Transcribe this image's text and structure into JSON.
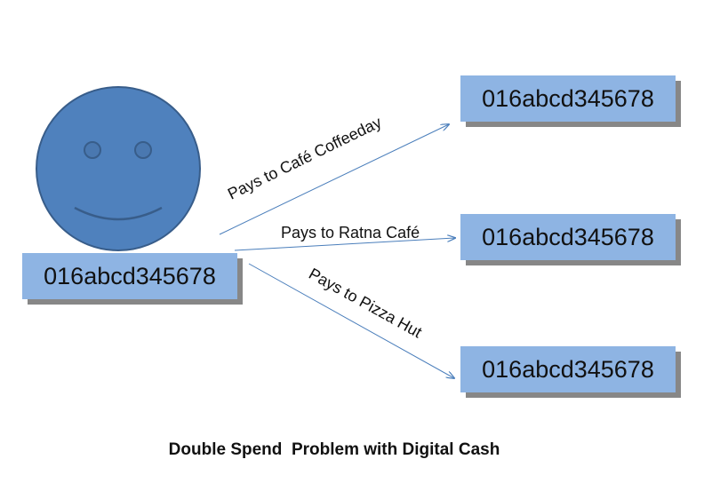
{
  "coin_id": "016abcd345678",
  "payments": [
    {
      "label": "Pays to Café Coffeeday",
      "coin_id": "016abcd345678"
    },
    {
      "label": "Pays to Ratna Café",
      "coin_id": "016abcd345678"
    },
    {
      "label": "Pays to  Pizza Hut",
      "coin_id": "016abcd345678"
    }
  ],
  "caption": "Double Spend  Problem with Digital Cash",
  "colors": {
    "face_fill": "#4f81bd",
    "face_stroke": "#385d8a",
    "box_fill": "#8eb4e3",
    "box_shadow": "#5f5f5f",
    "arrow": "#4a7ebb"
  },
  "icons": {
    "person": "smiley-face-icon"
  }
}
